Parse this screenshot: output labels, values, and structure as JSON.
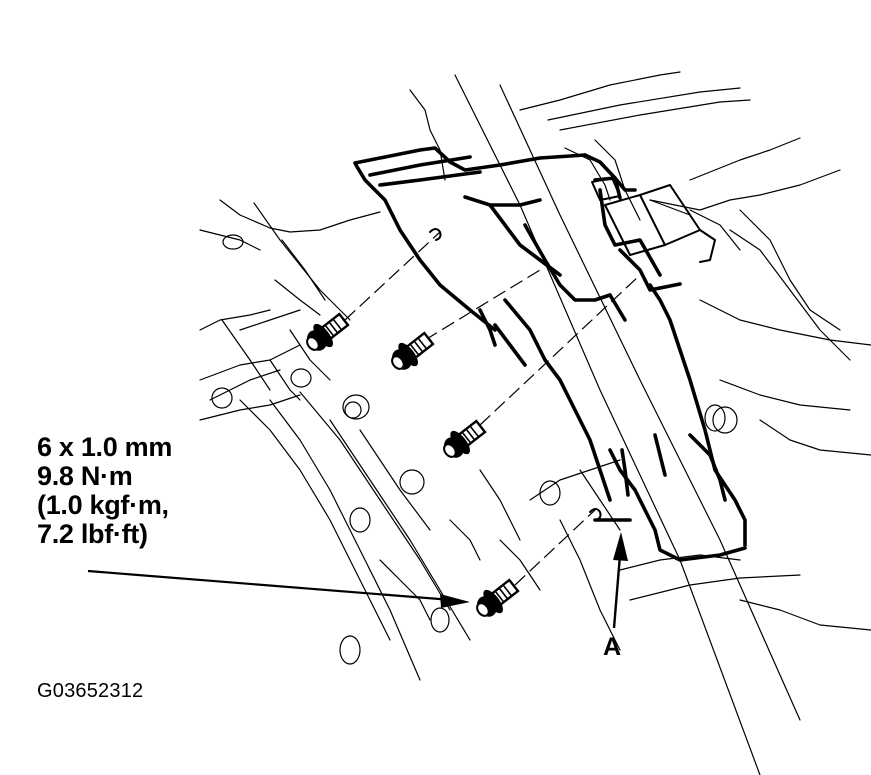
{
  "diagram": {
    "type": "service-manual-illustration",
    "subject": "bracket/cover mounting with flange bolts",
    "bolt_count": 4,
    "torque_spec": {
      "lines": [
        "6 x 1.0 mm",
        "9.8 N·m",
        "(1.0 kgf·m,",
        "7.2 lbf·ft)"
      ],
      "bolt_size": "6 x 1.0 mm",
      "torque_nm": "9.8 N·m",
      "torque_kgfm": "1.0 kgf·m",
      "torque_lbfft": "7.2 lbf·ft"
    },
    "callouts": [
      {
        "label": "A"
      }
    ],
    "figure_id": "G03652312"
  }
}
